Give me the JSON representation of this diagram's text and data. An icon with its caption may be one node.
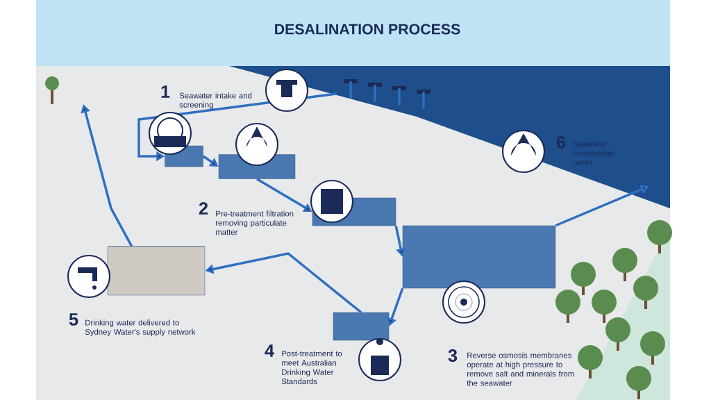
{
  "diagram": {
    "title": "DESALINATION PROCESS",
    "nodes": [
      {
        "text": [],
        "shape": "picture"
      },
      {
        "text": [],
        "shape": "box"
      },
      {
        "text": [],
        "shape": "box"
      },
      {
        "text": [],
        "shape": "box"
      },
      {
        "text": [],
        "shape": "box"
      },
      {
        "text": [],
        "shape": "box"
      },
      {
        "text": [],
        "shape": "cylinder"
      }
    ],
    "edges": [
      {
        "from": 0,
        "to": 1,
        "arrow": "to"
      },
      {
        "from": 1,
        "to": 2,
        "arrow": "to"
      },
      {
        "from": 2,
        "to": 3,
        "arrow": "to"
      },
      {
        "from": 3,
        "to": 4,
        "arrow": "to"
      },
      {
        "from": 4,
        "to": 5,
        "arrow": "to"
      },
      {
        "from": 5,
        "to": 6,
        "arrow": "to"
      },
      {
        "from": 6,
        "to": null,
        "arrow": "to"
      },
      {
        "from": 4,
        "to": null,
        "arrow": "to"
      }
    ],
    "labels": [
      "1",
      "Seawater intake and screening",
      "2",
      "Pre-treatment filtration removing particulate matter",
      "3",
      "Reverse osmosis membranes operate at high pressure to remove salt and minerals from the seawater",
      "4",
      "Post-treatment to meet Australian Drinking Water Standards",
      "5",
      "Drinking water delivered to Sydney Water's supply network",
      "6",
      "Seawater concentrate outlet"
    ]
  }
}
